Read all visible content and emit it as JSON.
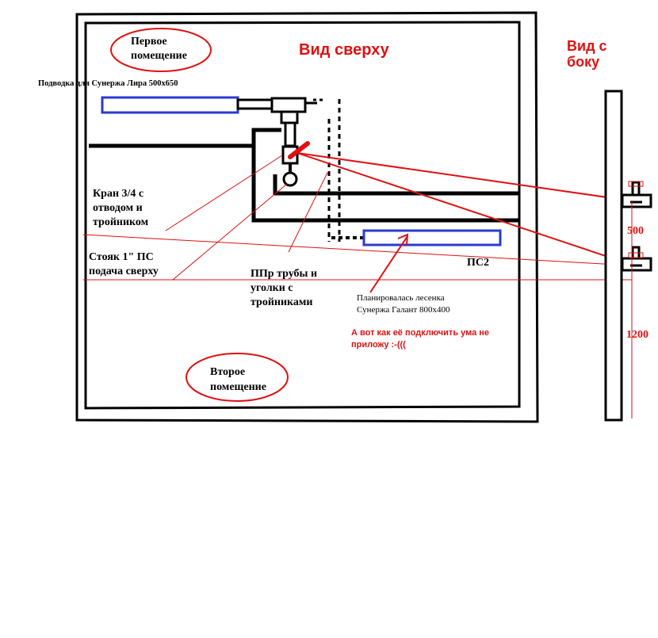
{
  "colors": {
    "outline": "#000000",
    "accent_red": "#e01010",
    "radiator_blue": "#2b3ad1",
    "background": "#ffffff"
  },
  "top_view": {
    "title": "Вид сверху",
    "room_first": "Первое\nпомещение",
    "room_second": "Второе\nпомещение",
    "supply_label": "Подводка для Сунержа Лира 500х650",
    "valve_label": "Кран 3/4 с\nотводом и\nтройником",
    "riser_label": "Стояк 1\"  ПС\nподача сверху",
    "ppr_label": "ППр трубы и\nуголки с\nтройниками",
    "ps2_label": "ПС2",
    "planned_label": "Планировалась лесенка\nСунержа Галант 800х400",
    "question_label": "А вот как её подключить ума не\nприложу :-((("
  },
  "side_view": {
    "title": "Вид с\nбоку",
    "dim_upper": "500",
    "dim_lower": "1200"
  }
}
